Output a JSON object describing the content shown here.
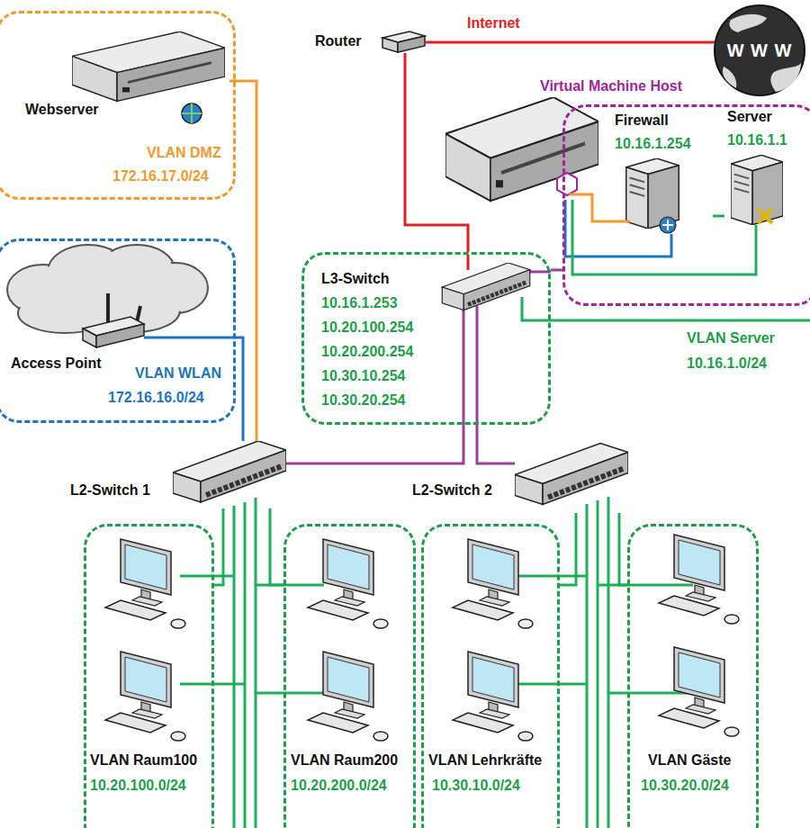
{
  "diagram": {
    "nodes": [
      {
        "text": [
          "VLAN DMZ",
          "172.16.17.0/24"
        ]
      },
      {
        "text": [
          "Webserver"
        ],
        "in": 0
      },
      {
        "text": [
          "Router"
        ]
      },
      {
        "text": [
          "W W W"
        ]
      },
      {
        "text": [
          "Virtual Machine Host"
        ]
      },
      {
        "text": [
          "Firewall",
          "10.16.1.254"
        ],
        "in": 4
      },
      {
        "text": [
          "Server",
          "10.16.1.1"
        ],
        "in": 4
      },
      {
        "text": [
          "VLAN WLAN",
          "172.16.16.0/24"
        ]
      },
      {
        "text": [
          "Access Point"
        ],
        "in": 7
      },
      {
        "text": [
          "L3-Switch",
          "10.16.1.253",
          "10.20.100.254",
          "10.20.200.254",
          "10.30.10.254",
          "10.30.20.254"
        ]
      },
      {
        "text": [
          "L2-Switch 1"
        ]
      },
      {
        "text": [
          "L2-Switch 2"
        ]
      },
      {
        "text": [
          "VLAN Raum100",
          "10.20.100.0/24"
        ]
      },
      {
        "text": [
          "VLAN Raum200",
          "10.20.200.0/24"
        ]
      },
      {
        "text": [
          "VLAN Lehrkräfte",
          "10.30.10.0/24"
        ]
      },
      {
        "text": [
          "VLAN Gäste",
          "10.30.20.0/24"
        ]
      }
    ],
    "edges": [
      {
        "from": 2,
        "to": 3,
        "arrow": "none",
        "label": "Internet"
      },
      {
        "from": 2,
        "to": 9,
        "arrow": "none"
      },
      {
        "from": 1,
        "to": 10,
        "arrow": "none"
      },
      {
        "from": 8,
        "to": 10,
        "arrow": "none"
      },
      {
        "from": 9,
        "to": 10,
        "arrow": "none"
      },
      {
        "from": 9,
        "to": 11,
        "arrow": "none"
      },
      {
        "from": 9,
        "to": 4,
        "arrow": "none"
      },
      {
        "from": 5,
        "to": 6,
        "arrow": "none"
      },
      {
        "from": 10,
        "to": 12,
        "arrow": "none"
      },
      {
        "from": 10,
        "to": 13,
        "arrow": "none"
      },
      {
        "from": 11,
        "to": 14,
        "arrow": "none"
      },
      {
        "from": 11,
        "to": 15,
        "arrow": "none"
      }
    ],
    "labels": [
      "VLAN Server",
      "10.16.1.0/24"
    ]
  }
}
